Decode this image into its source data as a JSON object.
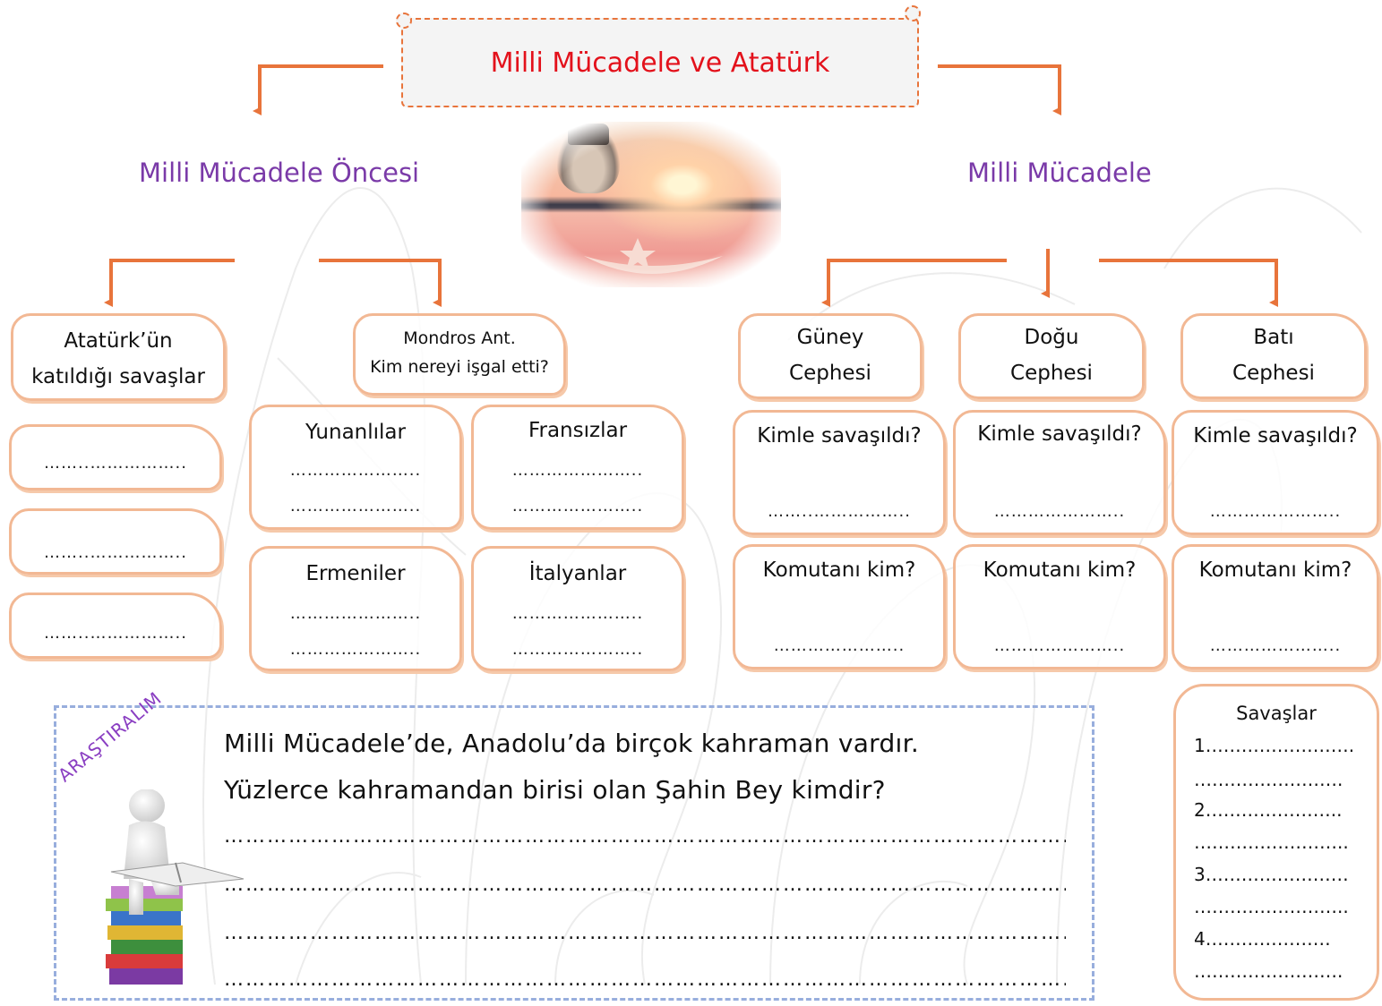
{
  "title": "Milli Mücadele ve Atatürk",
  "left_branch": "Milli Mücadele Öncesi",
  "right_branch": "Milli Mücadele",
  "battles_box": {
    "label_line1": "Atatürk’ün",
    "label_line2": "katıldığı savaşlar"
  },
  "mondros_box": {
    "label_line1": "Mondros Ant.",
    "label_line2": "Kim nereyi işgal etti?"
  },
  "blank_short": "……..……………..",
  "blank": "…………………..",
  "occupiers": [
    {
      "name": "Yunanlılar"
    },
    {
      "name": "Fransızlar"
    },
    {
      "name": "Ermeniler"
    },
    {
      "name": "İtalyanlar"
    }
  ],
  "fronts": [
    {
      "line1": "Güney",
      "line2": "Cephesi"
    },
    {
      "line1": "Doğu",
      "line2": "Cephesi"
    },
    {
      "line1": "Batı",
      "line2": "Cephesi"
    }
  ],
  "question_who_fought": "Kimle savaşıldı?",
  "question_commander": "Komutanı kim?",
  "research": {
    "tag": "ARAŞTIRALIM",
    "line1": "Milli Mücadele’de, Anadolu’da birçok kahraman vardır.",
    "line2": "Yüzlerce kahramandan birisi olan Şahin Bey kimdir?",
    "answer_line": "……………………………………………………………………………………………………………………………………………"
  },
  "wars": {
    "title": "Savaşlar",
    "items": [
      "1…………………….",
      "…………………….",
      "2…………………..",
      "……………………..",
      "3……………………",
      "……………………..",
      "4…………………",
      "……………………."
    ]
  }
}
